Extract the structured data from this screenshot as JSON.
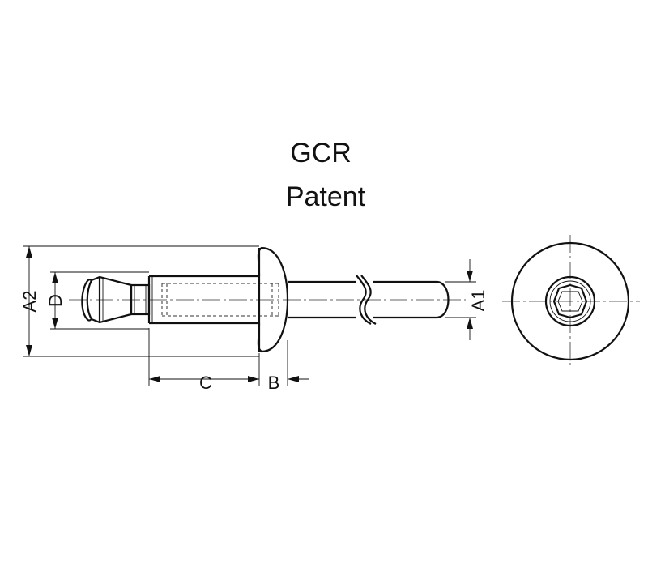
{
  "title": "GCR",
  "subtitle": "Patent",
  "dimensions": {
    "a2": "A2",
    "d": "D",
    "c": "C",
    "b": "B",
    "a1": "A1"
  },
  "line_color": "#111111",
  "background": "#ffffff"
}
